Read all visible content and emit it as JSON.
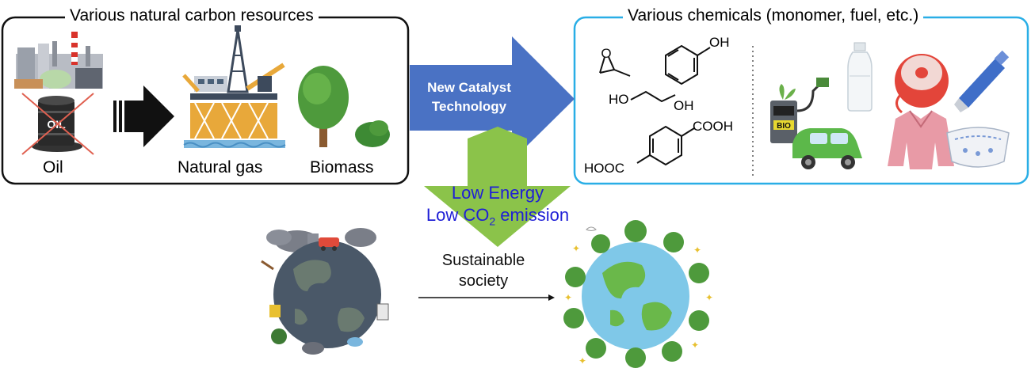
{
  "resources_box": {
    "title": "Various natural carbon resources",
    "items": [
      {
        "label": "Oil",
        "oil_text": "OIL"
      },
      {
        "label": "Natural gas"
      },
      {
        "label": "Biomass"
      }
    ]
  },
  "chemicals_box": {
    "title": "Various chemicals (monomer, fuel, etc.)",
    "molecules": {
      "phenol_oh": "OH",
      "glycol_ho": "HO",
      "glycol_oh": "OH",
      "terephthalic_cooh": "COOH",
      "terephthalic_hooc": "HOOC"
    },
    "bio_tank_text": "BIO"
  },
  "catalyst_arrow": {
    "line1": "New Catalyst",
    "line2": "Technology"
  },
  "goal": {
    "line1": "Low Energy",
    "line2_prefix": "Low CO",
    "line2_sub": "2",
    "line2_suffix": " emission"
  },
  "society": {
    "line1": "Sustainable",
    "line2": "society"
  },
  "colors": {
    "blue_arrow": "#4a72c4",
    "green_arrow": "#8bc34a",
    "goal_text": "#1f1fd6",
    "chem_box_border": "#29aee6"
  }
}
